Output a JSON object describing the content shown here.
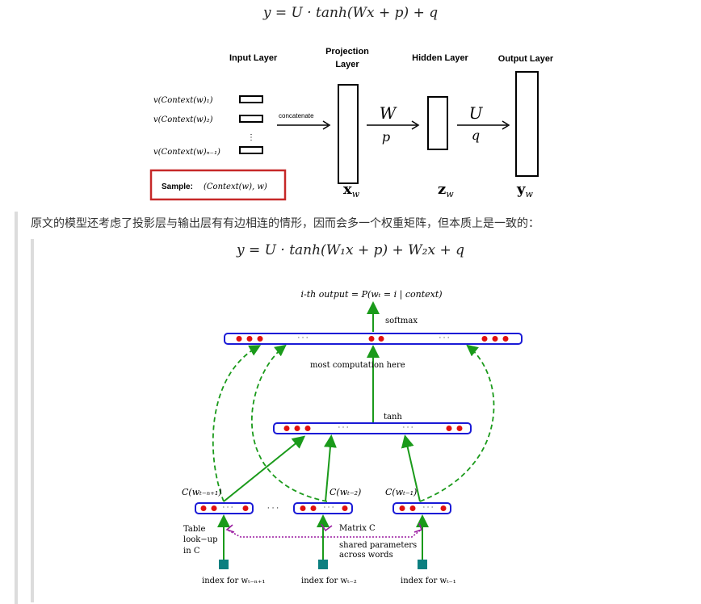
{
  "formula_top": "y = U · tanh(Wx + p) + q",
  "figure1": {
    "input_layer": "Input  Layer",
    "projection_layer_line1": "Projection",
    "projection_layer_line2": "Layer",
    "hidden_layer": "Hidden Layer",
    "output_layer": "Output Layer",
    "ctx1": "v(Context(w)₁)",
    "ctx2": "v(Context(w)₂)",
    "ctxn": "v(Context(w)ₙ₋₁)",
    "concatenate": "concatenate",
    "w_label": "W",
    "p_label": "p",
    "u_label": "U",
    "q_label": "q",
    "xw": "x",
    "zw": "z",
    "yw": "y",
    "sub_w": "w",
    "sample_label": "Sample:",
    "sample_value": "(Context(w), w)"
  },
  "paragraph": "原文的模型还考虑了投影层与输出层有有边相连的情形，因而会多一个权重矩阵，但本质上是一致的：",
  "formula_bottom": "y = U · tanh(W₁x + p) + W₂x + q",
  "figure2": {
    "title": "i-th output = P(wₜ = i | context)",
    "softmax": "softmax",
    "most_computation": "most  computation here",
    "tanh": "tanh",
    "dots": "· · ·",
    "c1": "C(wₜ₋ₙ₊₁)",
    "c2": "C(wₜ₋₂)",
    "c3": "C(wₜ₋₁)",
    "table_lookup_1": "Table",
    "table_lookup_2": "look−up",
    "table_lookup_3": "in C",
    "matrix_c": "Matrix C",
    "shared_1": "shared parameters",
    "shared_2": "across words",
    "idx1": "index for wₜ₋ₙ₊₁",
    "idx2": "index for wₜ₋₂",
    "idx3": "index for wₜ₋₁",
    "colors": {
      "blue": "#1a1ad6",
      "red": "#e01010",
      "green": "#1a9a1a",
      "purple": "#9a1aa0",
      "teal": "#0c7f80"
    }
  }
}
